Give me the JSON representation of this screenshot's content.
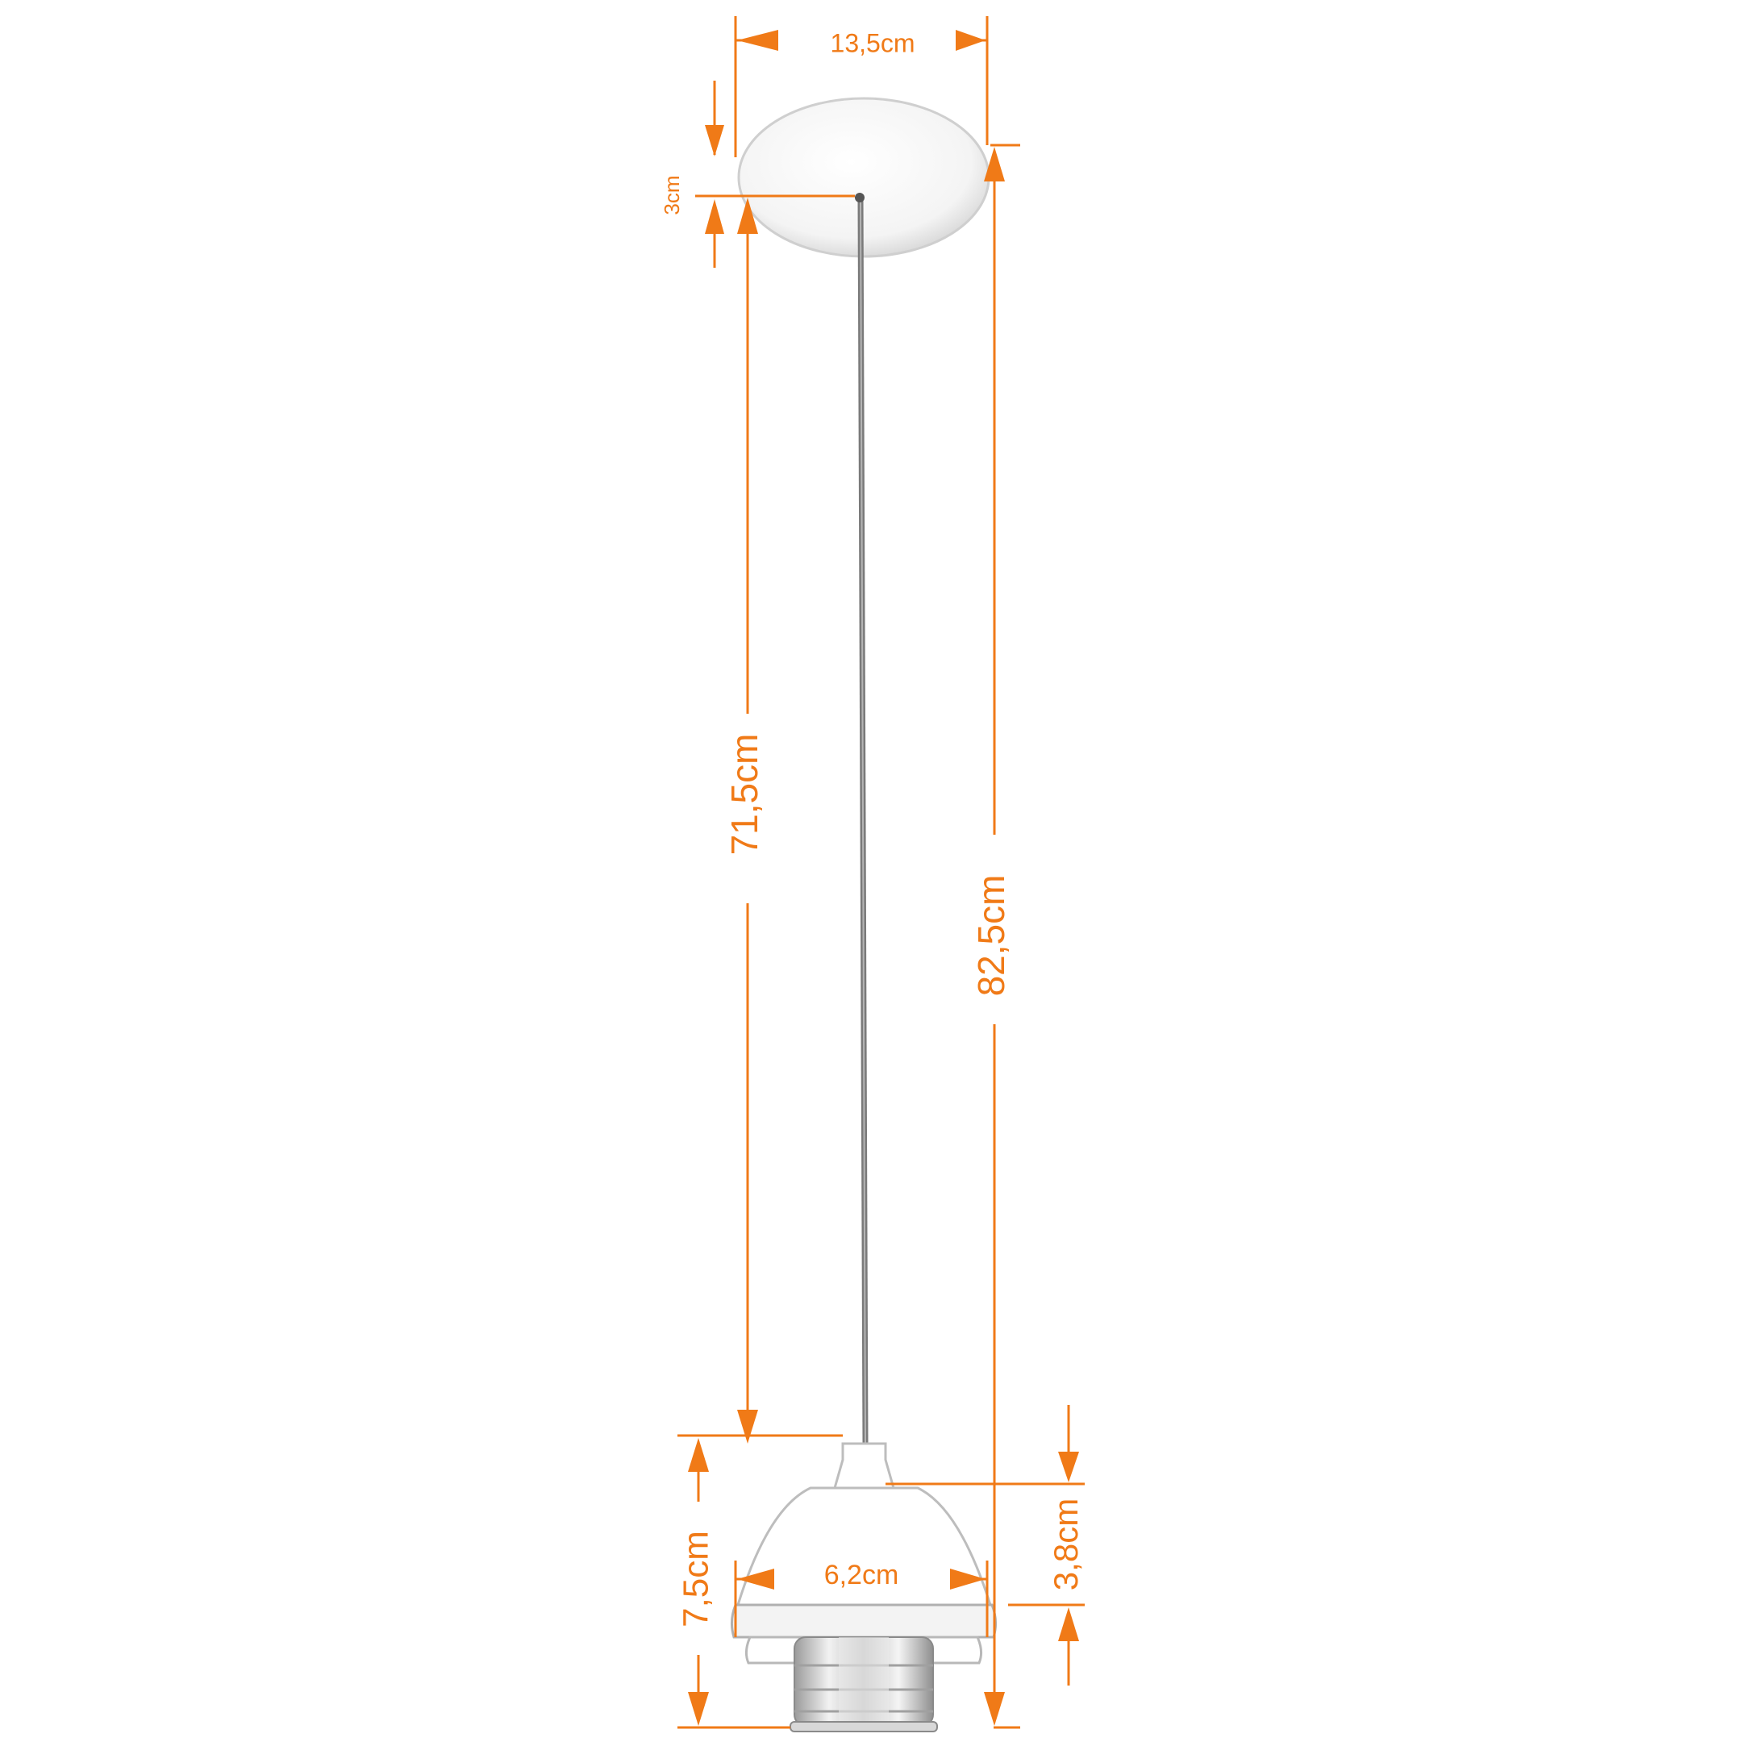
{
  "colors": {
    "dimension": "#f07a17",
    "cord": "#7a7a7a",
    "fixture_outline": "#bdbdbd",
    "fixture_fill": "#ffffff",
    "socket_metal": "#c9c9c9"
  },
  "dimensions": {
    "canopy_width": "13,5cm",
    "canopy_height": "3cm",
    "cord_length": "71,5cm",
    "total_length": "82,5cm",
    "socket_height": "7,5cm",
    "socket_width": "6,2cm",
    "socket_lower_height": "3,8cm"
  }
}
